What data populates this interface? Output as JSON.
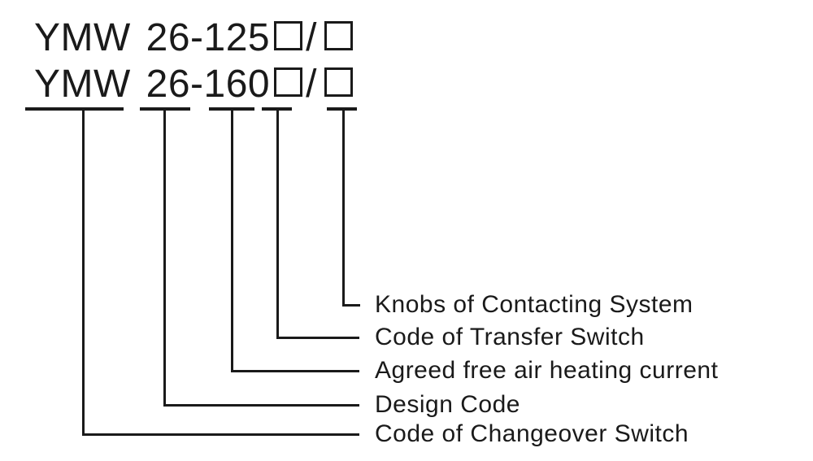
{
  "colors": {
    "ink": "#1a1a1a",
    "background": "#ffffff"
  },
  "model_lines": [
    {
      "prefix": "YMW 26-125",
      "box1": "□",
      "separator": "/",
      "box2": "□"
    },
    {
      "prefix": "YMW 26-160",
      "box1": "□",
      "separator": "/",
      "box2": "□"
    }
  ],
  "labels": [
    {
      "text": "Knobs of Contacting System"
    },
    {
      "text": "Code of Transfer Switch"
    },
    {
      "text": "Agreed free air heating current"
    },
    {
      "text": "Design Code"
    },
    {
      "text": "Code of Changeover Switch"
    }
  ]
}
